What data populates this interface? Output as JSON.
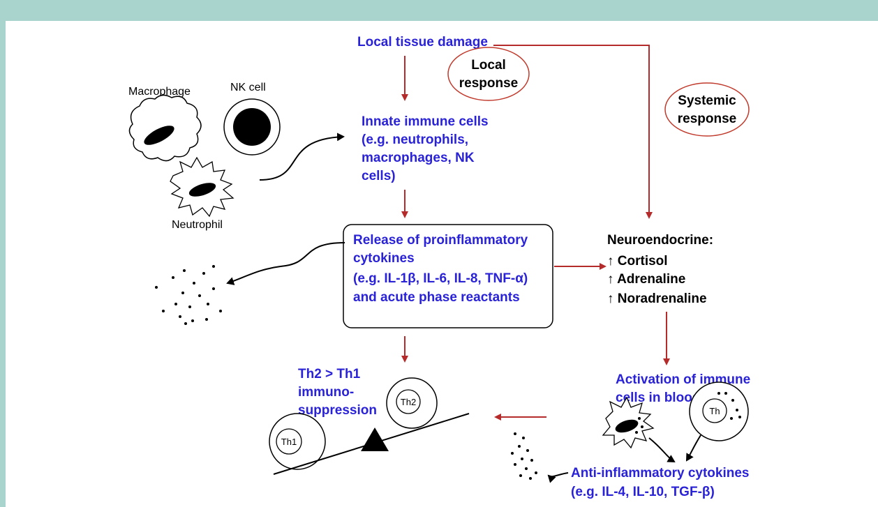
{
  "diagram": {
    "local_tissue_damage": "Local tissue damage",
    "local_response": [
      "Local",
      "response"
    ],
    "systemic_response": [
      "Systemic",
      "response"
    ],
    "innate_immune_cells": [
      "Innate immune cells",
      "(e.g. neutrophils,",
      "macrophages, NK",
      "cells)"
    ],
    "macrophage": "Macrophage",
    "nk_cell": "NK cell",
    "neutrophil": "Neutrophil",
    "proinflammatory": [
      "Release of proinflammatory",
      "cytokines",
      "(e.g. IL-1β, IL-6, IL-8, TNF-α)",
      "and acute phase reactants"
    ],
    "neuroendocrine": [
      "Neuroendocrine:",
      "↑ Cortisol",
      "↑ Adrenaline",
      "↑ Noradrenaline"
    ],
    "th_balance": [
      "Th2 > Th1",
      "immuno-",
      "suppression"
    ],
    "th1": "Th1",
    "th2": "Th2",
    "activation": [
      "Activation of immune",
      "cells in blood"
    ],
    "th": "Th",
    "anti_inflammatory": [
      "Anti-inflammatory cytokines",
      "(e.g. IL-4, IL-10, TGF-β)"
    ],
    "colors": {
      "text_blue": "#2a22d6",
      "arrow_red": "#b52a2a",
      "frame_teal": "#a9d3cd"
    }
  }
}
